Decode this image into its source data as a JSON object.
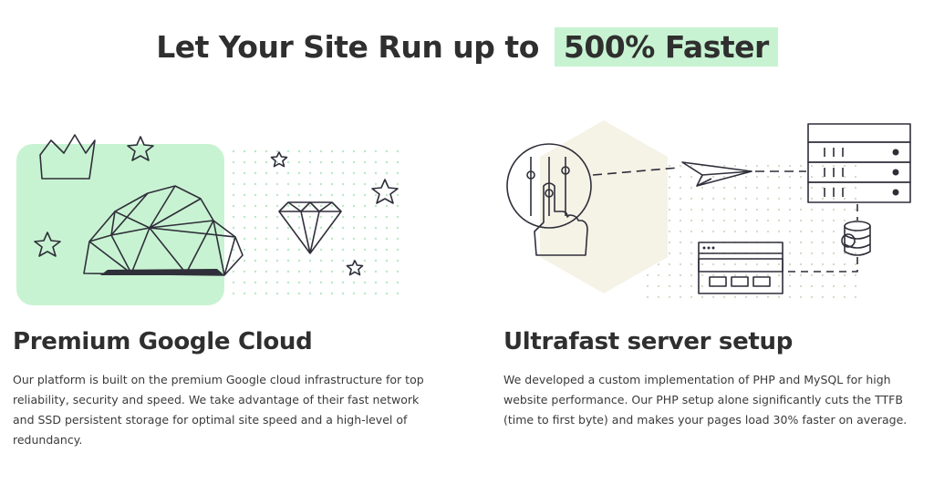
{
  "headline": {
    "prefix": "Let Your Site Run up to",
    "highlight": "500% Faster",
    "highlight_color": "#c8f3d2"
  },
  "features": [
    {
      "title": "Premium Google Cloud",
      "text": "Our platform is built on the premium Google cloud infrastructure for top reliability, security and speed. We take advantage of their fast network and SSD persistent storage for optimal site speed and a high-level of redundancy.",
      "illustration_icons": [
        "crown-icon",
        "star-icon",
        "cloud-icon",
        "diamond-icon"
      ]
    },
    {
      "title": "Ultrafast server setup",
      "text": "We developed a custom implementation of PHP and MySQL for high website performance. Our PHP setup alone significantly cuts the TTFB (time to first byte) and makes your pages load 30% faster on average.",
      "illustration_icons": [
        "hand-sliders-icon",
        "paper-plane-icon",
        "server-rack-icon",
        "database-icon",
        "browser-window-icon"
      ]
    }
  ],
  "colors": {
    "accent_green": "#c8f3d2",
    "accent_beige": "#f5f3e6",
    "ink": "#2f2f3a"
  }
}
